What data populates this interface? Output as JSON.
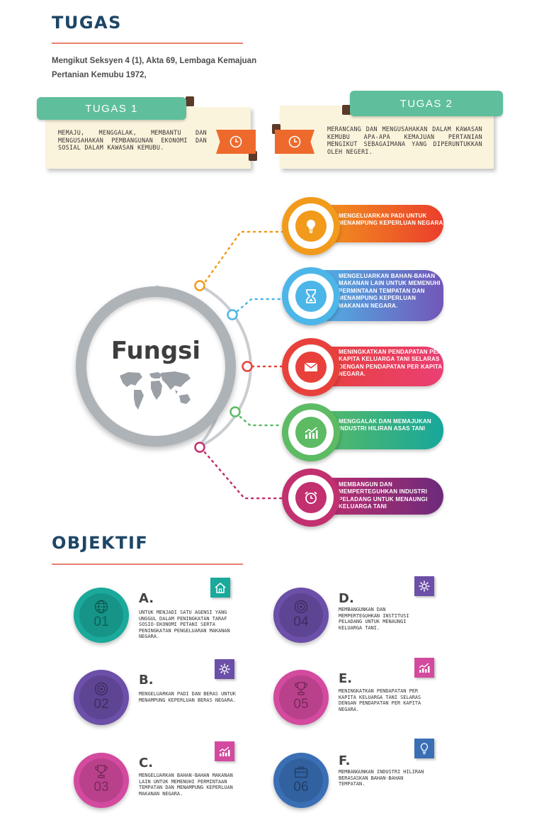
{
  "tugas": {
    "title": "TUGAS",
    "intro": "Mengikut Seksyen 4 (1), Akta 69, Lembaga Kemajuan Pertanian Kemubu 1972,",
    "cards": [
      {
        "tag": "TUGAS 1",
        "text": "MEMAJU, MENGGALAK, MEMBANTU DAN MENGUSAHAKAN PEMBANGUNAN EKONOMI DAN SOSIAL DALAM KAWASAN KEMUBU.",
        "icon": "clock-icon"
      },
      {
        "tag": "TUGAS 2",
        "text": "MERANCANG DAN MENGUSAHAKAN DALAM KAWASAN KEMUBU APA-APA KEMAJUAN PERTANIAN MENGIKUT SEBAGAIMANA YANG DIPERUNTUKKAN OLEH NEGERI.",
        "icon": "clock-icon"
      }
    ]
  },
  "fungsi": {
    "title": "Fungsi",
    "items": [
      {
        "text": "MENGELUARKAN PADI UNTUK MENAMPUNG KEPERLUAN NEGARA.",
        "icon": "lightbulb-icon",
        "color": "#f29a1c"
      },
      {
        "text": "MENGELUARKAN BAHAN-BAHAN MAKANAN LAIN UNTUK MEMENUHI PERMINTAAN TEMPATAN DAN MENAMPUNG KEPERLUAN MAKANAN NEGARA.",
        "icon": "hourglass-icon",
        "color": "#4db6e8"
      },
      {
        "text": "MENINGKATKAN PENDAPATAN PER KAPITA KELUARGA TANI SELARAS DENGAN PENDAPATAN PER KAPITA NEGARA.",
        "icon": "envelope-icon",
        "color": "#e8413b"
      },
      {
        "text": "MENGGALAK DAN MEMAJUKAN INDUSTRI HILIRAN ASAS TANI",
        "icon": "chart-up-icon",
        "color": "#5cbb63"
      },
      {
        "text": "MEMBANGUN DAN MEMPERTEGUHKAN INDUSTRI PELADANG UNTUK MENAUNGI KELUARGA TANI",
        "icon": "alarm-clock-icon",
        "color": "#c2306f"
      }
    ]
  },
  "objektif": {
    "title": "OBJEKTIF",
    "items": [
      {
        "letter": "A.",
        "num": "01",
        "text": "UNTUK MENJADI SATU AGENSI YANG UNGGUL DALAM PENINGKATAN TARAF SOSIO-EKONOMI PETANI SERTA PENINGKATAN PENGELUARAN MAKANAN NEGARA.",
        "icon": "globe-icon",
        "badge_icon": "home-icon",
        "color": "#1aa99a"
      },
      {
        "letter": "B.",
        "num": "02",
        "text": "MENGELUARKAN PADI DAN BERAS UNTUK MENAMPUNG KEPERLUAN BERAS NEGARA.",
        "icon": "target-icon",
        "badge_icon": "gear-icon",
        "color": "#6b4fa8"
      },
      {
        "letter": "C.",
        "num": "03",
        "text": "MENGELUARKAN BAHAN-BAHAN MAKANAN LAIN UNTUK MEMENUHI PERMINTAAN TEMPATAN DAN MENAMPUNG KEPERLUAN MAKANAN NEGARA.",
        "icon": "trophy-icon",
        "badge_icon": "chart-up-icon",
        "color": "#d34a9f"
      },
      {
        "letter": "D.",
        "num": "04",
        "text": "MEMBANGUNKAN DAN MEMPERTEGUHKAN INSTITUSI PELADANG UNTUK MENAUNGI KELUARGA TANI.",
        "icon": "target-icon",
        "badge_icon": "gear-icon",
        "color": "#6b4fa8"
      },
      {
        "letter": "E.",
        "num": "05",
        "text": "MENINGKATKAN PENDAPATAN PER KAPITA KELUARGA TANI SELARAS DENGAN PENDAPATAN PER KAPITA NEGARA.",
        "icon": "trophy-icon",
        "badge_icon": "chart-up-icon",
        "color": "#d34a9f"
      },
      {
        "letter": "F.",
        "num": "06",
        "text": "MEMBANGUNKAN INDUSTRI HILIRAN BERASASKAN BAHAN-BAHAN TEMPATAN.",
        "icon": "briefcase-icon",
        "badge_icon": "lightbulb-icon",
        "color": "#3a6fb5"
      }
    ]
  }
}
